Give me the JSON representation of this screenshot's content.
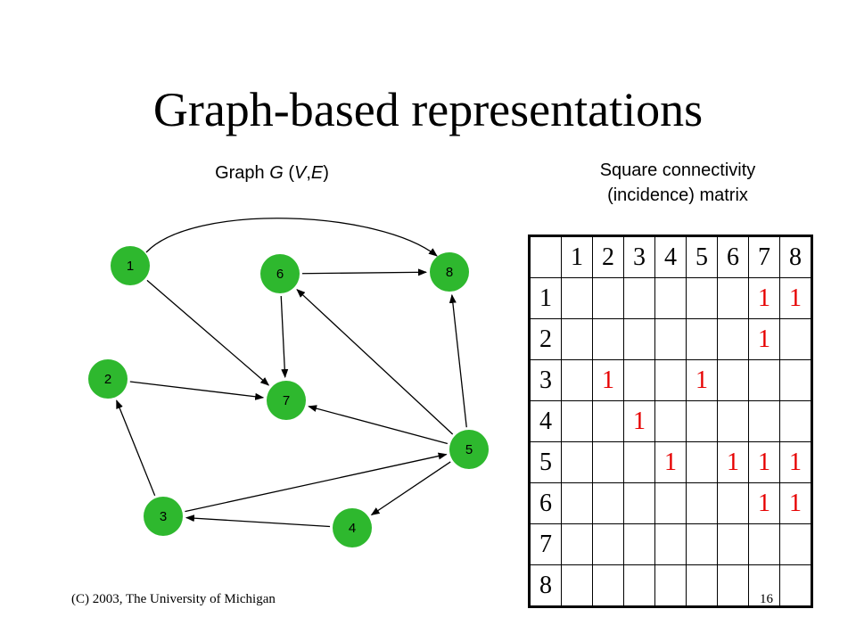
{
  "slide": {
    "title": "Graph-based representations",
    "graph_label": "Graph G (V,E)",
    "matrix_label_line1": "Square connectivity",
    "matrix_label_line2": "(incidence) matrix",
    "footer": "(C) 2003, The University of Michigan",
    "page_number": "16"
  },
  "colors": {
    "node_fill": "#2eb82e",
    "edge": "#000000",
    "matrix_one": "#e60000"
  },
  "graph": {
    "nodes": [
      "1",
      "2",
      "3",
      "4",
      "5",
      "6",
      "7",
      "8"
    ],
    "edges": [
      [
        "1",
        "8"
      ],
      [
        "1",
        "7"
      ],
      [
        "2",
        "7"
      ],
      [
        "3",
        "2"
      ],
      [
        "3",
        "5"
      ],
      [
        "4",
        "3"
      ],
      [
        "5",
        "4"
      ],
      [
        "5",
        "6"
      ],
      [
        "5",
        "7"
      ],
      [
        "5",
        "8"
      ],
      [
        "6",
        "7"
      ],
      [
        "6",
        "8"
      ]
    ]
  },
  "matrix": {
    "headers": [
      "1",
      "2",
      "3",
      "4",
      "5",
      "6",
      "7",
      "8"
    ],
    "rows": [
      {
        "label": "1",
        "cells": [
          "",
          "",
          "",
          "",
          "",
          "",
          "1",
          "1"
        ]
      },
      {
        "label": "2",
        "cells": [
          "",
          "",
          "",
          "",
          "",
          "",
          "1",
          ""
        ]
      },
      {
        "label": "3",
        "cells": [
          "",
          "1",
          "",
          "",
          "1",
          "",
          "",
          ""
        ]
      },
      {
        "label": "4",
        "cells": [
          "",
          "",
          "1",
          "",
          "",
          "",
          "",
          ""
        ]
      },
      {
        "label": "5",
        "cells": [
          "",
          "",
          "",
          "1",
          "",
          "1",
          "1",
          "1"
        ]
      },
      {
        "label": "6",
        "cells": [
          "",
          "",
          "",
          "",
          "",
          "",
          "1",
          "1"
        ]
      },
      {
        "label": "7",
        "cells": [
          "",
          "",
          "",
          "",
          "",
          "",
          "",
          ""
        ]
      },
      {
        "label": "8",
        "cells": [
          "",
          "",
          "",
          "",
          "",
          "",
          "",
          ""
        ]
      }
    ]
  }
}
